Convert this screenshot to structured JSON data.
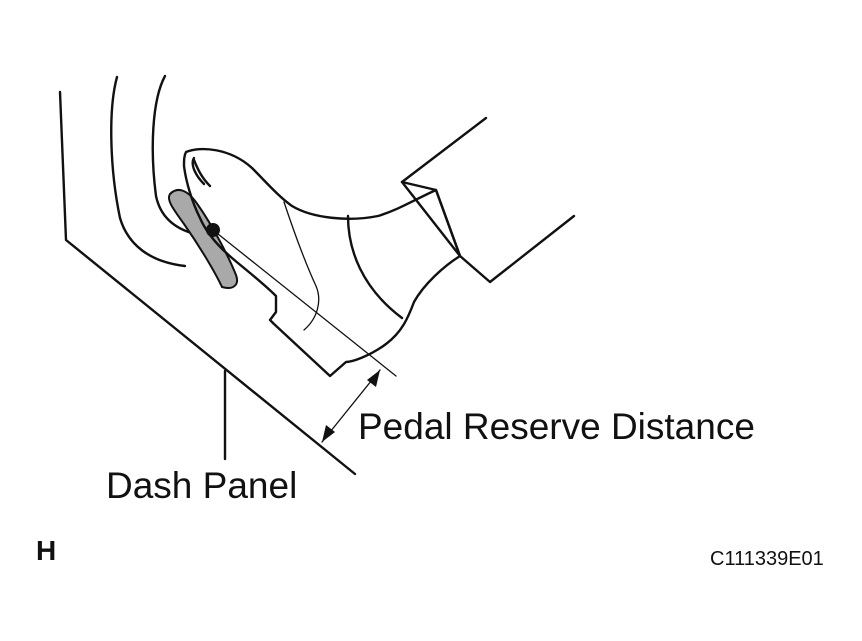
{
  "labels": {
    "pedal_reserve_distance": "Pedal Reserve Distance",
    "dash_panel": "Dash Panel",
    "corner_letter": "H",
    "figure_code": "C111339E01"
  },
  "colors": {
    "line": "#111111",
    "pedal_fill": "#a9a9a9",
    "background": "#ffffff"
  }
}
